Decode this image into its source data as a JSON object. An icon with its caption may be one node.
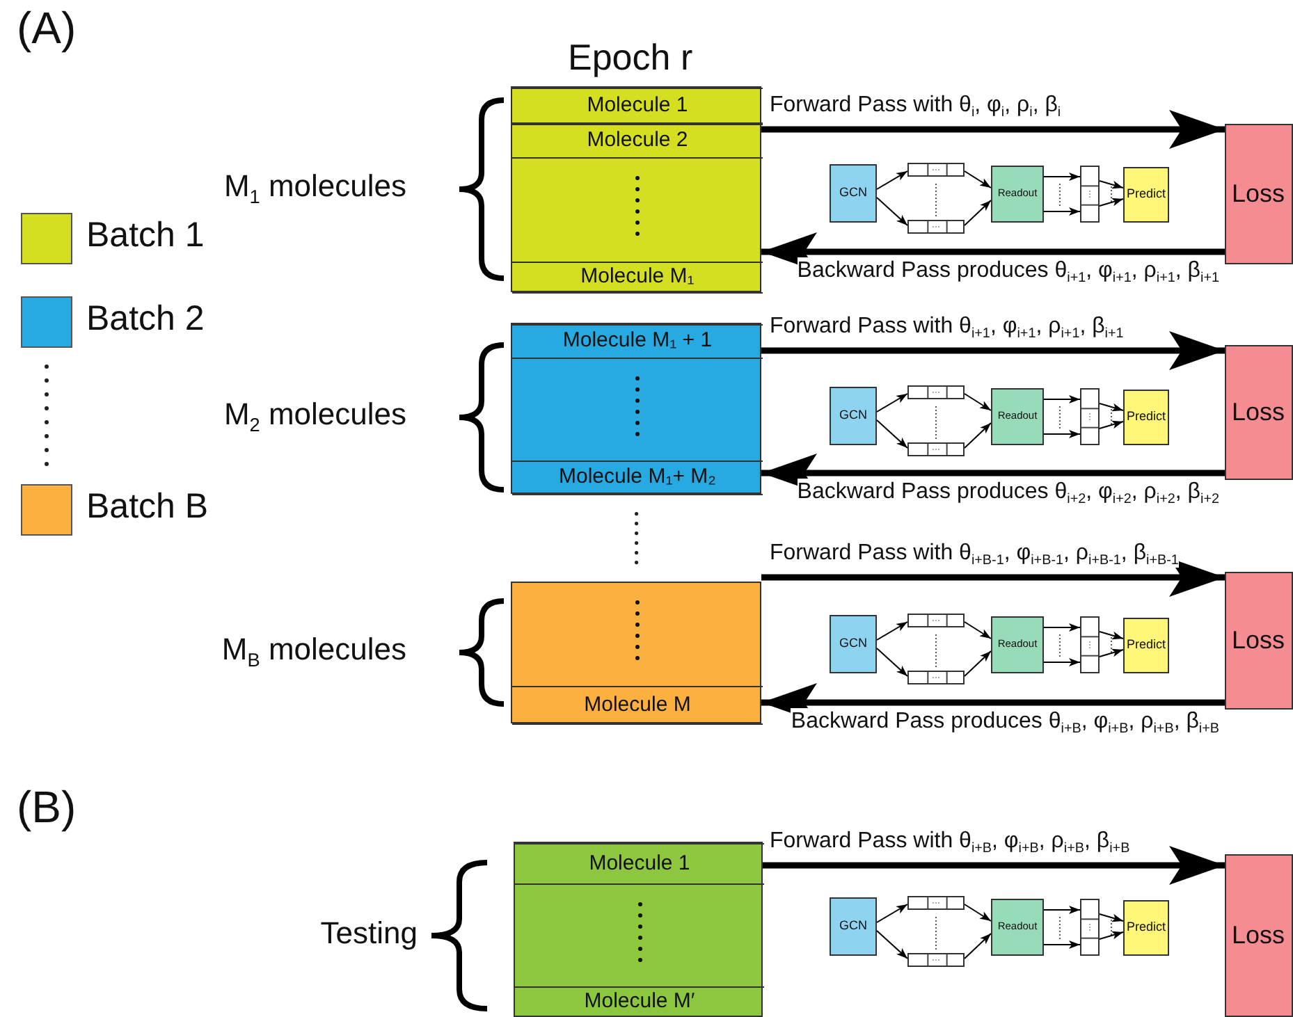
{
  "diagram": {
    "nodes": [
      {
        "text": [],
        "shape": "box",
        "beside": [
          "M$_{1}$ molecules"
        ]
      },
      {
        "text": [
          "Molecule 1"
        ],
        "in": 0
      },
      {
        "text": [
          "Molecule 2"
        ],
        "in": 0
      },
      {
        "text": [
          "Molecule M₁"
        ],
        "in": 0
      },
      {
        "text": [
          "GCN"
        ]
      },
      {
        "text": [],
        "shape": "bar"
      },
      {
        "text": [],
        "shape": "bar"
      },
      {
        "text": [
          "Readout"
        ]
      },
      {
        "text": [],
        "shape": "bar"
      },
      {
        "text": [
          "Predict"
        ]
      },
      {
        "text": [
          "Loss"
        ]
      },
      {
        "text": [],
        "shape": "box",
        "beside": [
          "M$_{2}$ molecules"
        ]
      },
      {
        "text": [
          "Molecule M₁ + 1"
        ],
        "in": 11
      },
      {
        "text": [
          "Molecule M₁+ M₂"
        ],
        "in": 11
      },
      {
        "text": [
          "GCN"
        ]
      },
      {
        "text": [],
        "shape": "bar"
      },
      {
        "text": [],
        "shape": "bar"
      },
      {
        "text": [
          "Readout"
        ]
      },
      {
        "text": [],
        "shape": "bar"
      },
      {
        "text": [
          "Predict"
        ]
      },
      {
        "text": [
          "Loss"
        ]
      },
      {
        "text": [],
        "shape": "box",
        "beside": [
          "M$_{B}$ molecules"
        ]
      },
      {
        "text": [
          "Molecule M"
        ],
        "in": 21
      },
      {
        "text": [
          "GCN"
        ]
      },
      {
        "text": [],
        "shape": "bar"
      },
      {
        "text": [],
        "shape": "bar"
      },
      {
        "text": [
          "Readout"
        ]
      },
      {
        "text": [],
        "shape": "bar"
      },
      {
        "text": [
          "Predict"
        ]
      },
      {
        "text": [
          "Loss"
        ]
      },
      {
        "text": [],
        "shape": "box",
        "beside": [
          "Testing"
        ]
      },
      {
        "text": [
          "Molecule 1"
        ],
        "in": 30
      },
      {
        "text": [
          "Molecule M′"
        ],
        "in": 30
      },
      {
        "text": [
          "GCN"
        ]
      },
      {
        "text": [],
        "shape": "bar"
      },
      {
        "text": [],
        "shape": "bar"
      },
      {
        "text": [
          "Readout"
        ]
      },
      {
        "text": [],
        "shape": "bar"
      },
      {
        "text": [
          "Predict"
        ]
      },
      {
        "text": [
          "Loss"
        ]
      }
    ],
    "edges": [
      {
        "from": 0,
        "to": 10,
        "arrow": "to",
        "style": "thick",
        "label": "Forward Pass with θ$_{i}$, φ$_{i}$, ρ$_{i}$, β$_{i}$"
      },
      {
        "from": 10,
        "to": 0,
        "arrow": "to",
        "style": "thick",
        "label": "Backward Pass produces θ$_{i+1}$, φ$_{i+1}$, ρ$_{i+1}$, β$_{i+1}$"
      },
      {
        "from": 4,
        "to": 5,
        "arrow": "to"
      },
      {
        "from": 4,
        "to": 6,
        "arrow": "to"
      },
      {
        "from": 5,
        "to": 7,
        "arrow": "to"
      },
      {
        "from": 6,
        "to": 7,
        "arrow": "to"
      },
      {
        "from": 7,
        "to": 8,
        "arrow": "to"
      },
      {
        "from": 7,
        "to": 8,
        "arrow": "to"
      },
      {
        "from": 8,
        "to": 9,
        "arrow": "to"
      },
      {
        "from": 8,
        "to": 9,
        "arrow": "to"
      },
      {
        "from": 11,
        "to": 20,
        "arrow": "to",
        "style": "thick",
        "label": "Forward Pass with θ$_{i+1}$, φ$_{i+1}$, ρ$_{i+1}$, β$_{i+1}$"
      },
      {
        "from": 20,
        "to": 11,
        "arrow": "to",
        "style": "thick",
        "label": "Backward Pass produces θ$_{i+2}$, φ$_{i+2}$, ρ$_{i+2}$, β$_{i+2}$"
      },
      {
        "from": 14,
        "to": 15,
        "arrow": "to"
      },
      {
        "from": 14,
        "to": 16,
        "arrow": "to"
      },
      {
        "from": 15,
        "to": 17,
        "arrow": "to"
      },
      {
        "from": 16,
        "to": 17,
        "arrow": "to"
      },
      {
        "from": 17,
        "to": 18,
        "arrow": "to"
      },
      {
        "from": 17,
        "to": 18,
        "arrow": "to"
      },
      {
        "from": 18,
        "to": 19,
        "arrow": "to"
      },
      {
        "from": 18,
        "to": 19,
        "arrow": "to"
      },
      {
        "from": 21,
        "to": 29,
        "arrow": "to",
        "style": "thick",
        "label": "Forward Pass with θ$_{i+B-1}$, φ$_{i+B-1}$, ρ$_{i+B-1}$, β$_{i+B-1}$"
      },
      {
        "from": 29,
        "to": 21,
        "arrow": "to",
        "style": "thick",
        "label": "Backward Pass produces θ$_{i+B}$, φ$_{i+B}$, ρ$_{i+B}$, β$_{i+B}$"
      },
      {
        "from": 23,
        "to": 24,
        "arrow": "to"
      },
      {
        "from": 23,
        "to": 25,
        "arrow": "to"
      },
      {
        "from": 24,
        "to": 26,
        "arrow": "to"
      },
      {
        "from": 25,
        "to": 26,
        "arrow": "to"
      },
      {
        "from": 26,
        "to": 27,
        "arrow": "to"
      },
      {
        "from": 26,
        "to": 27,
        "arrow": "to"
      },
      {
        "from": 27,
        "to": 28,
        "arrow": "to"
      },
      {
        "from": 27,
        "to": 28,
        "arrow": "to"
      },
      {
        "from": 30,
        "to": 39,
        "arrow": "to",
        "style": "thick",
        "label": "Forward Pass with θ$_{i+B}$, φ$_{i+B}$, ρ$_{i+B}$, β$_{i+B}$"
      },
      {
        "from": 33,
        "to": 34,
        "arrow": "to"
      },
      {
        "from": 33,
        "to": 35,
        "arrow": "to"
      },
      {
        "from": 34,
        "to": 36,
        "arrow": "to"
      },
      {
        "from": 35,
        "to": 36,
        "arrow": "to"
      },
      {
        "from": 36,
        "to": 37,
        "arrow": "to"
      },
      {
        "from": 36,
        "to": 37,
        "arrow": "to"
      },
      {
        "from": 37,
        "to": 38,
        "arrow": "to"
      },
      {
        "from": 37,
        "to": 38,
        "arrow": "to"
      }
    ],
    "labels": [
      "(A)",
      "Epoch r",
      "(B)"
    ],
    "legend": [
      {
        "text": "Batch 1",
        "color": "#d4df21"
      },
      {
        "text": "Batch 2",
        "color": "#27aae1"
      },
      {
        "text": "Batch B",
        "color": "#fbb040"
      }
    ]
  }
}
